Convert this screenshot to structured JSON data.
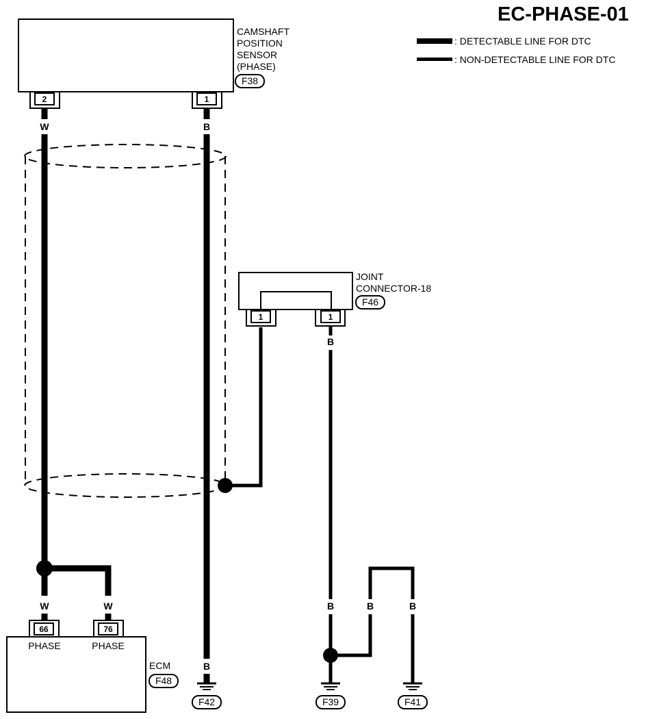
{
  "title": "EC-PHASE-01",
  "legend": {
    "detectable": ": DETECTABLE LINE FOR DTC",
    "non_detectable": ": NON-DETECTABLE LINE FOR DTC"
  },
  "sensor": {
    "name_lines": [
      "CAMSHAFT",
      "POSITION",
      "SENSOR",
      "(PHASE)"
    ],
    "connector": "F38",
    "pin_left": "2",
    "pin_right": "1"
  },
  "joint": {
    "name_lines": [
      "JOINT",
      "CONNECTOR-18"
    ],
    "connector": "F46",
    "pin_left": "1",
    "pin_right": "1"
  },
  "ecm": {
    "name": "ECM",
    "connector": "F48",
    "pin_left": "66",
    "pin_right": "76",
    "pin_left_label": "PHASE",
    "pin_right_label": "PHASE"
  },
  "wire_colors": {
    "sensor_pin2": "W",
    "sensor_pin1": "B",
    "joint_right": "B",
    "ecm_66": "W",
    "ecm_76": "W",
    "ground_f42": "B",
    "ground_f39": "B",
    "ground_mid": "B",
    "ground_f41": "B"
  },
  "grounds": [
    "F42",
    "F39",
    "F41"
  ]
}
